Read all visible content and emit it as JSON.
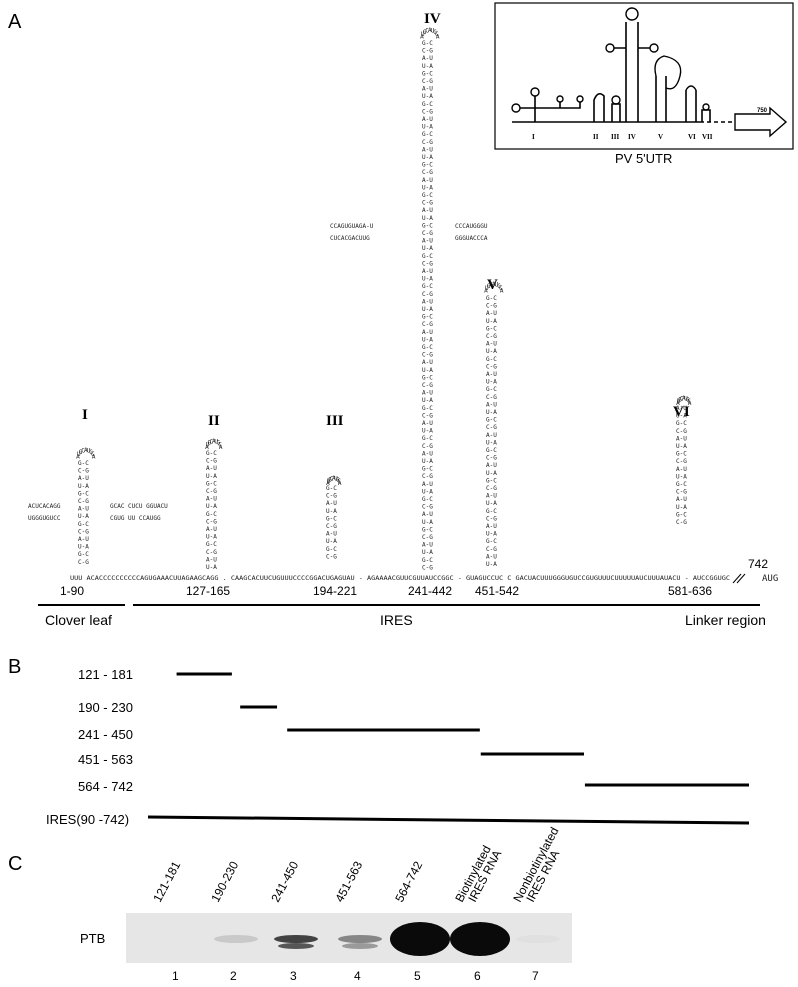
{
  "panel_a": {
    "label": "A",
    "domains": [
      {
        "numeral": "I",
        "range": "1-90"
      },
      {
        "numeral": "II",
        "range": "127-165"
      },
      {
        "numeral": "III",
        "range": "194-221"
      },
      {
        "numeral": "IV",
        "range": "241-442"
      },
      {
        "numeral": "V",
        "range": "451-542"
      },
      {
        "numeral": "VI",
        "range": "581-636"
      }
    ],
    "end_position": "742",
    "start_codon": "AUG",
    "sequence_text": "UUU ACACCCCCCCCCCAGUGAAACUUAGAAGCAGG . CAAGCACUUCUGUUUCCCCGGACUGAGUAU - AGAAAACGUUCGUUAUCCGGC - GUAGUCCUC C GACUACUUUGGGUGUCCGUGUUUCUUUUUAUCUUUAUACU - AUCCGGUGC",
    "regions": [
      "Clover leaf",
      "IRES",
      "Linker region"
    ],
    "inset": {
      "title": "PV 5'UTR",
      "numerals": [
        "I",
        "II",
        "III",
        "IV",
        "V",
        "VI",
        "VII"
      ],
      "arrow_label": "750"
    }
  },
  "panel_b": {
    "label": "B",
    "constructs": [
      {
        "name": "121 - 181",
        "start": 121,
        "end": 181
      },
      {
        "name": "190 - 230",
        "start": 190,
        "end": 230
      },
      {
        "name": "241 - 450",
        "start": 241,
        "end": 450
      },
      {
        "name": "451 - 563",
        "start": 451,
        "end": 563
      },
      {
        "name": "564 - 742",
        "start": 564,
        "end": 742
      },
      {
        "name": "IRES(90 -742)",
        "start": 90,
        "end": 742
      }
    ]
  },
  "panel_c": {
    "label": "C",
    "row_label": "PTB",
    "lanes": [
      {
        "header": "121-181",
        "number": "1",
        "intensity": 0.0
      },
      {
        "header": "190-230",
        "number": "2",
        "intensity": 0.15
      },
      {
        "header": "241-450",
        "number": "3",
        "intensity": 0.75
      },
      {
        "header": "451-563",
        "number": "4",
        "intensity": 0.45
      },
      {
        "header": "564-742",
        "number": "5",
        "intensity": 1.0
      },
      {
        "header": "Biotinylated IRES RNA",
        "number": "6",
        "intensity": 1.0
      },
      {
        "header": "Nonbiotinylated IRES RNA",
        "number": "7",
        "intensity": 0.05
      }
    ]
  }
}
